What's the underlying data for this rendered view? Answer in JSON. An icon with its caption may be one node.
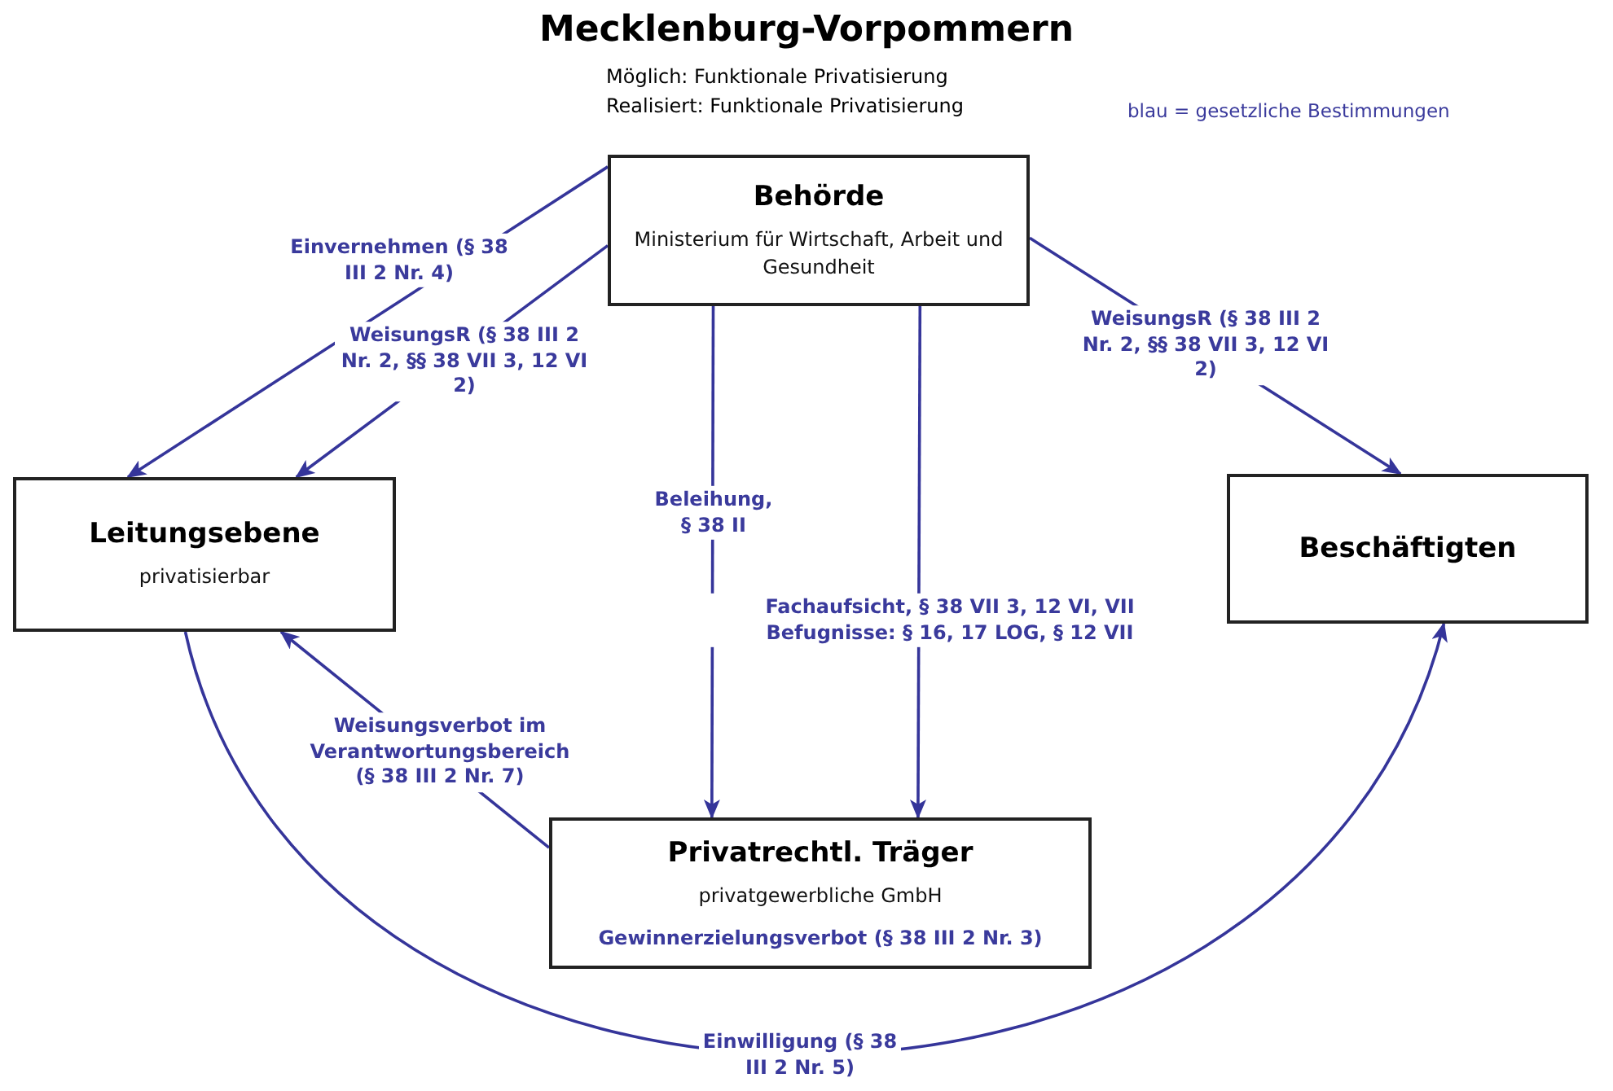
{
  "diagram": {
    "title": "Mecklenburg-Vorpommern",
    "nodes": [
      {
        "text": [
          "Behörde",
          "Ministerium für Wirtschaft, Arbeit und Gesundheit"
        ]
      },
      {
        "text": [
          "Leitungsebene",
          "privatisierbar"
        ]
      },
      {
        "text": [
          "Beschäftigten"
        ]
      },
      {
        "text": [
          "Privatrechtl. Träger",
          "privatgewerbliche GmbH",
          "Gewinnerzielungsverbot (§ 38 III 2 Nr. 3)"
        ]
      }
    ],
    "edges": [
      {
        "from": 0,
        "to": 1,
        "arrow": "to",
        "label": "Einvernehmen (§ 38 III 2 Nr. 4)"
      },
      {
        "from": 0,
        "to": 1,
        "arrow": "to",
        "label": "WeisungsR (§ 38 III 2 Nr. 2, §§ 38 VII 3, 12 VI 2)"
      },
      {
        "from": 0,
        "to": 2,
        "arrow": "to",
        "label": "WeisungsR (§ 38 III 2 Nr. 2, §§ 38 VII 3, 12 VI 2)"
      },
      {
        "from": 0,
        "to": 3,
        "arrow": "to",
        "label": "Beleihung, § 38 II"
      },
      {
        "from": 0,
        "to": 3,
        "arrow": "to",
        "label": "Fachaufsicht, § 38 VII 3, 12 VI, VII Befugnisse: § 16, 17 LOG, § 12 VII"
      },
      {
        "from": 3,
        "to": 1,
        "arrow": "to",
        "label": "Weisungsverbot im Verantwortungsbereich (§ 38 III 2 Nr. 7)"
      },
      {
        "from": 1,
        "to": 2,
        "arrow": "to",
        "label": "Einwilligung (§ 38 III 2 Nr. 5)"
      }
    ],
    "labels": [
      "Möglich: Funktionale Privatisierung",
      "Realisiert: Funktionale Privatisierung",
      "blau = gesetzliche Bestimmungen"
    ]
  }
}
